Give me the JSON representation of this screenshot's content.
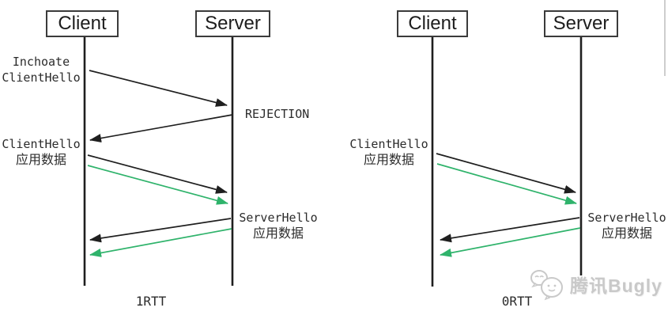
{
  "colors": {
    "arrow_black": "#1f1f1f",
    "accent_green": "#2fb36b",
    "box_border": "#3b3b3b",
    "watermark_gray": "#c9c9c9"
  },
  "diagram_left": {
    "client_box": "Client",
    "server_box": "Server",
    "label_inchoate_line1": "Inchoate",
    "label_inchoate_line2": "ClientHello",
    "label_rejection": "REJECTION",
    "label_clienthello_line1": "ClientHello",
    "label_clienthello_line2": "应用数据",
    "label_serverhello_line1": "ServerHello",
    "label_serverhello_line2": "应用数据",
    "caption": "1RTT",
    "flows": [
      {
        "from": "client",
        "to": "server",
        "stroke": "black",
        "label": "Inchoate ClientHello"
      },
      {
        "from": "server",
        "to": "client",
        "stroke": "black",
        "label": "REJECTION"
      },
      {
        "from": "client",
        "to": "server",
        "stroke": "black",
        "label": "ClientHello 应用数据"
      },
      {
        "from": "client",
        "to": "server",
        "stroke": "green",
        "label": ""
      },
      {
        "from": "server",
        "to": "client",
        "stroke": "black",
        "label": "ServerHello 应用数据"
      },
      {
        "from": "server",
        "to": "client",
        "stroke": "green",
        "label": ""
      }
    ]
  },
  "diagram_right": {
    "client_box": "Client",
    "server_box": "Server",
    "label_clienthello_line1": "ClientHello",
    "label_clienthello_line2": "应用数据",
    "label_serverhello_line1": "ServerHello",
    "label_serverhello_line2": "应用数据",
    "caption": "0RTT",
    "flows": [
      {
        "from": "client",
        "to": "server",
        "stroke": "black",
        "label": "ClientHello 应用数据"
      },
      {
        "from": "client",
        "to": "server",
        "stroke": "green",
        "label": ""
      },
      {
        "from": "server",
        "to": "client",
        "stroke": "black",
        "label": "ServerHello 应用数据"
      },
      {
        "from": "server",
        "to": "client",
        "stroke": "green",
        "label": ""
      }
    ]
  },
  "watermark": {
    "brand": "腾讯Bugly"
  }
}
